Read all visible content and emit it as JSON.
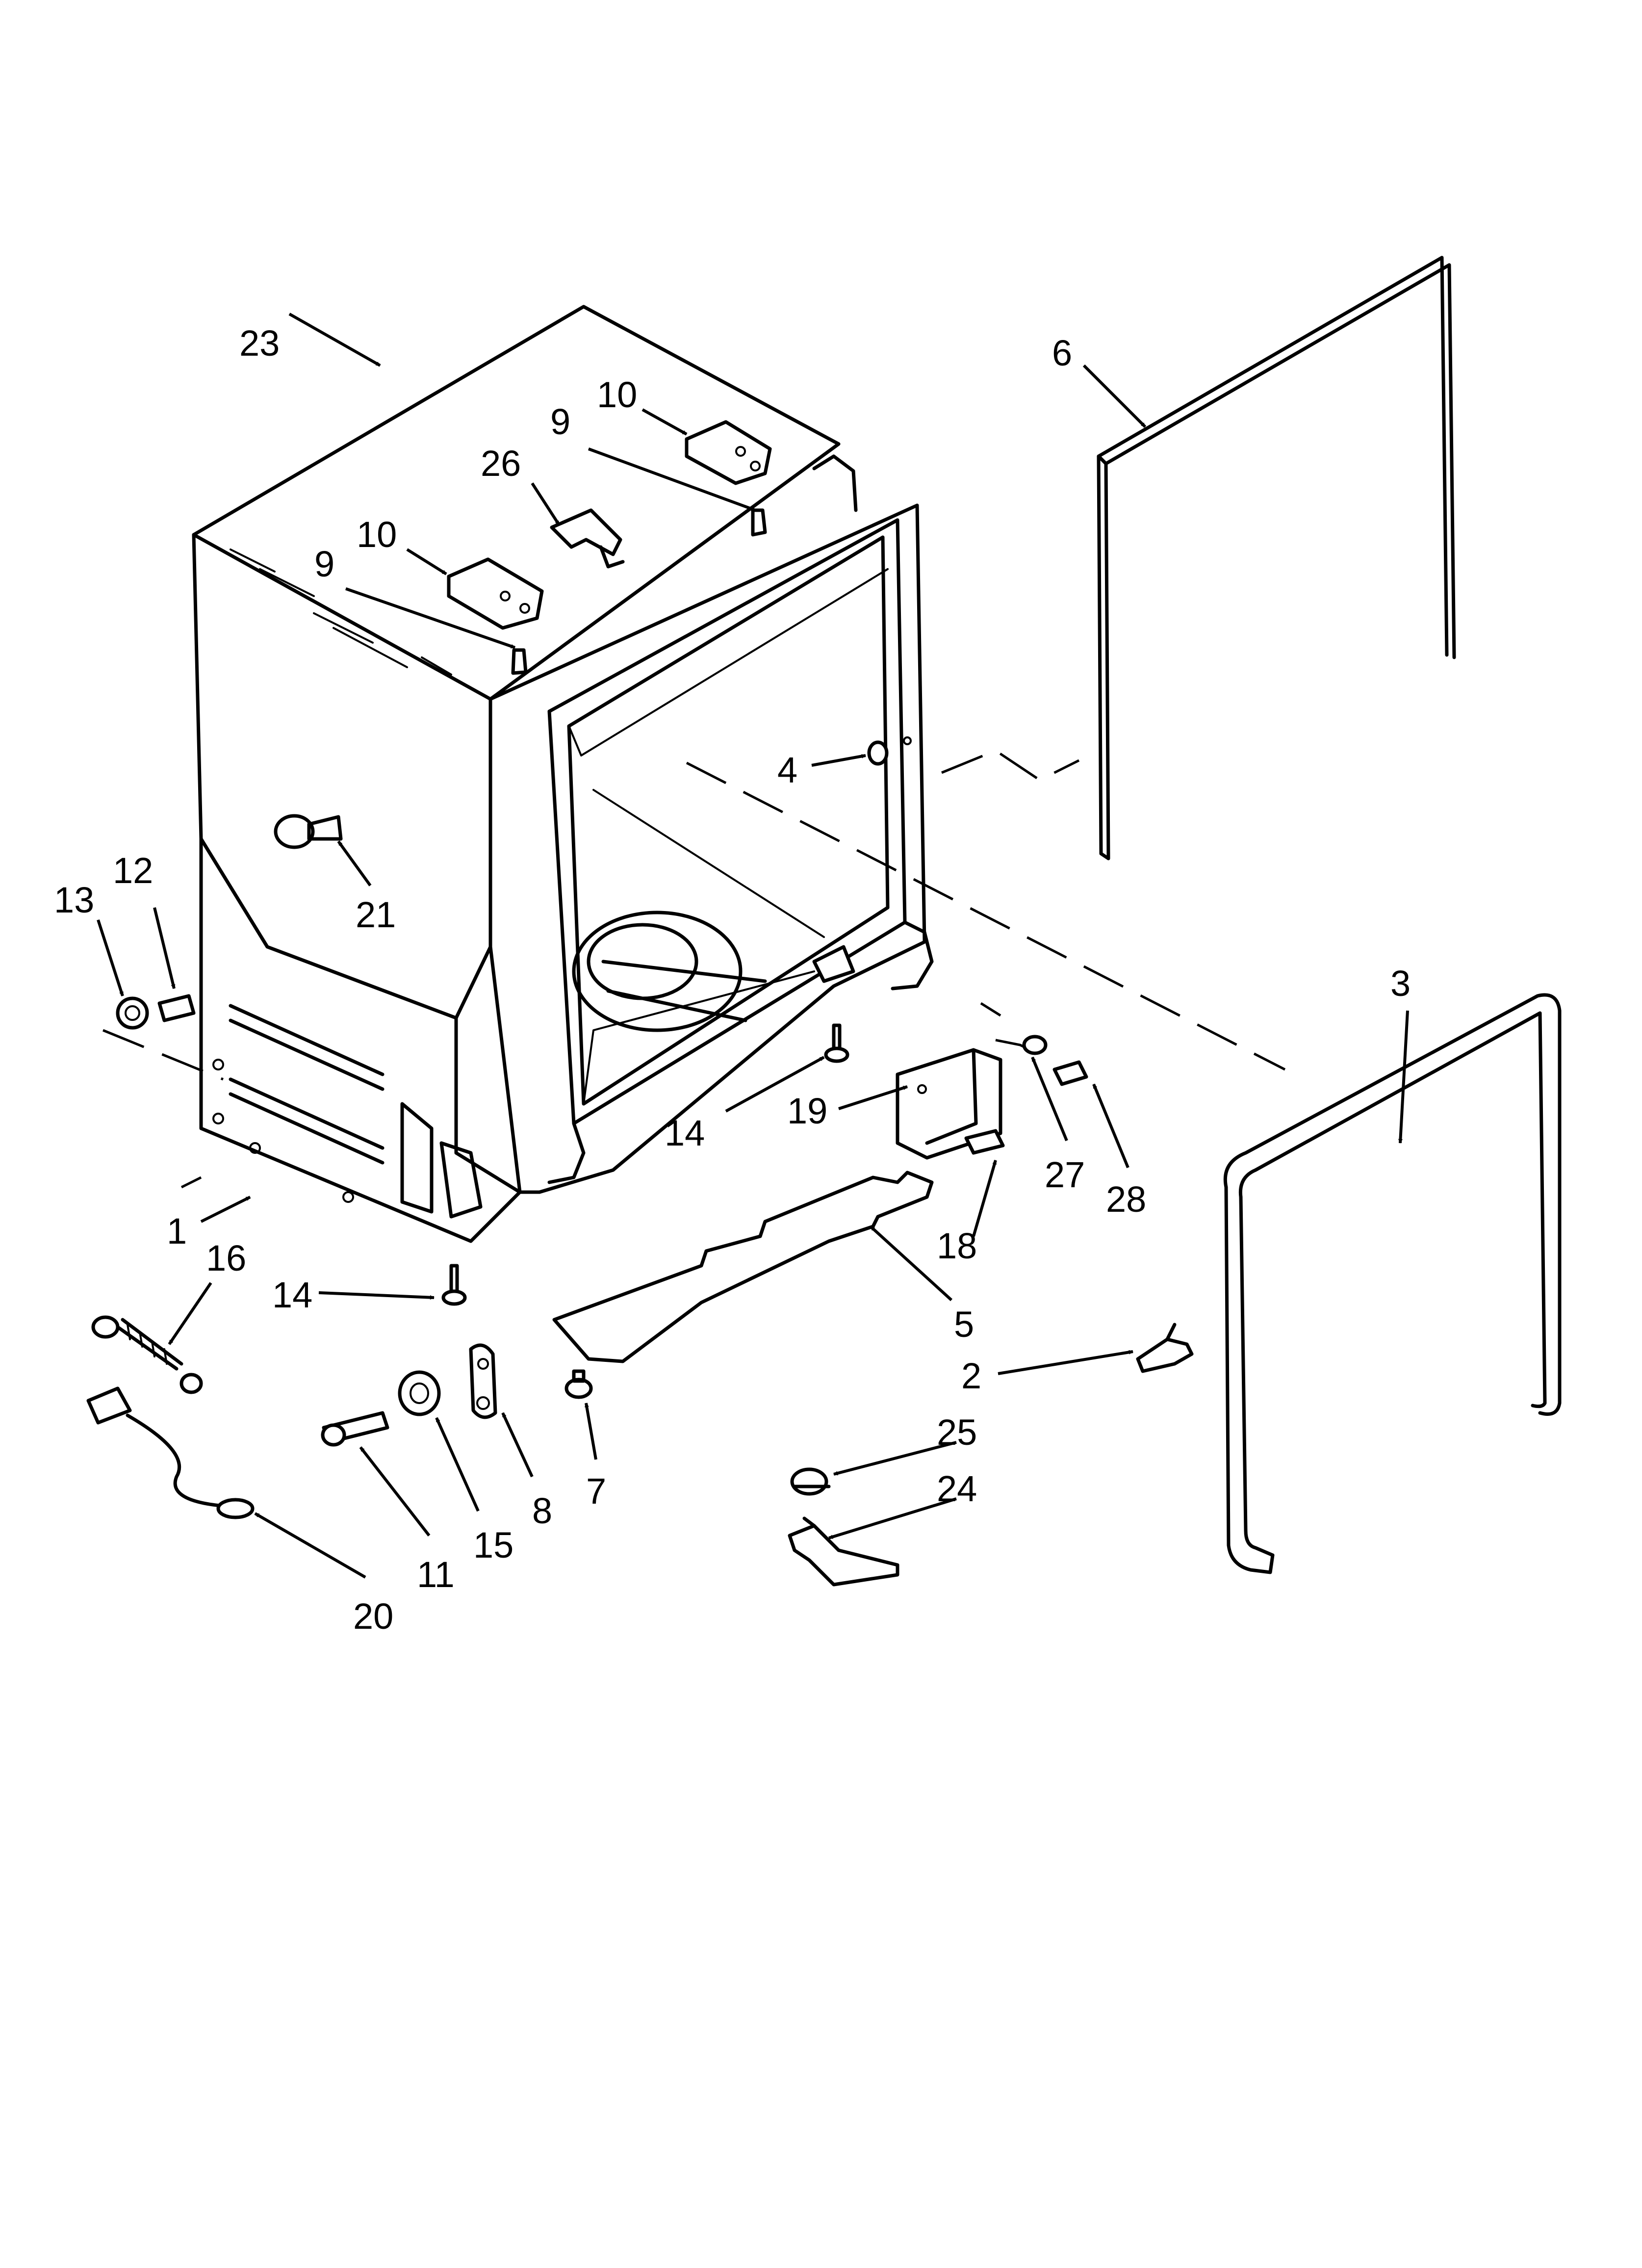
{
  "diagram": {
    "type": "exploded-parts-diagram",
    "callouts": [
      {
        "id": "c23a",
        "label": "23"
      },
      {
        "id": "c10a",
        "label": "10"
      },
      {
        "id": "c9a",
        "label": "9"
      },
      {
        "id": "c26",
        "label": "26"
      },
      {
        "id": "c10b",
        "label": "10"
      },
      {
        "id": "c9b",
        "label": "9"
      },
      {
        "id": "c6",
        "label": "6"
      },
      {
        "id": "c4",
        "label": "4"
      },
      {
        "id": "c21",
        "label": "21"
      },
      {
        "id": "c13",
        "label": "13"
      },
      {
        "id": "c12",
        "label": "12"
      },
      {
        "id": "c3",
        "label": "3"
      },
      {
        "id": "c14a",
        "label": "14"
      },
      {
        "id": "c19",
        "label": "19"
      },
      {
        "id": "c27",
        "label": "27"
      },
      {
        "id": "c28",
        "label": "28"
      },
      {
        "id": "c1",
        "label": "1"
      },
      {
        "id": "c16",
        "label": "16"
      },
      {
        "id": "c18",
        "label": "18"
      },
      {
        "id": "c14b",
        "label": "14"
      },
      {
        "id": "c5",
        "label": "5"
      },
      {
        "id": "c2",
        "label": "2"
      },
      {
        "id": "c25",
        "label": "25"
      },
      {
        "id": "c24",
        "label": "24"
      },
      {
        "id": "c7",
        "label": "7"
      },
      {
        "id": "c8",
        "label": "8"
      },
      {
        "id": "c15",
        "label": "15"
      },
      {
        "id": "c11",
        "label": "11"
      },
      {
        "id": "c20",
        "label": "20"
      }
    ]
  }
}
